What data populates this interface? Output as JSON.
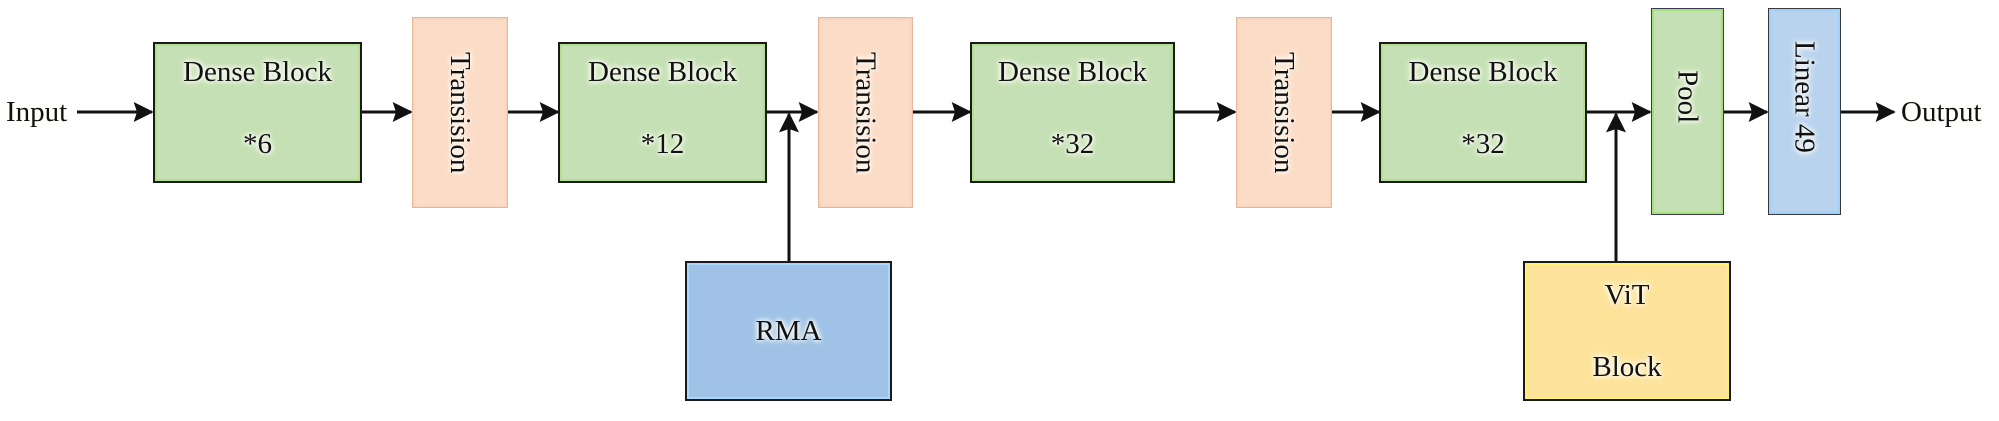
{
  "diagram": {
    "input_label": "Input",
    "output_label": "Output",
    "nodes": {
      "dense1": {
        "line1": "Dense Block",
        "line2": "*6"
      },
      "trans1": {
        "label": "Transision"
      },
      "dense2": {
        "line1": "Dense Block",
        "line2": "*12"
      },
      "trans2": {
        "label": "Transision"
      },
      "dense3": {
        "line1": "Dense Block",
        "line2": "*32"
      },
      "trans3": {
        "label": "Transision"
      },
      "dense4": {
        "line1": "Dense Block",
        "line2": "*32"
      },
      "pool": {
        "label": "Pool"
      },
      "linear": {
        "label": "Linear 49"
      },
      "rma": {
        "label": "RMA"
      },
      "vit": {
        "line1": "ViT",
        "line2": "Block"
      }
    },
    "edges": [
      [
        "Input",
        "Dense Block *6"
      ],
      [
        "Dense Block *6",
        "Transision"
      ],
      [
        "Transision",
        "Dense Block *12"
      ],
      [
        "Dense Block *12",
        "Transision"
      ],
      [
        "RMA",
        "Dense Block *12 -> Transision"
      ],
      [
        "Transision",
        "Dense Block *32"
      ],
      [
        "Dense Block *32",
        "Transision"
      ],
      [
        "Transision",
        "Dense Block *32"
      ],
      [
        "Dense Block *32",
        "Pool"
      ],
      [
        "ViT Block",
        "Dense Block *32 -> Pool"
      ],
      [
        "Pool",
        "Linear 49"
      ],
      [
        "Linear 49",
        "Output"
      ]
    ],
    "colors": {
      "dense_fill": "#c5e0b4",
      "transition_fill": "#fbdcc6",
      "pool_fill": "#c5e0b4",
      "linear_fill": "#b9d3ee",
      "rma_fill": "#9fc2e6",
      "vit_fill": "#fde39a",
      "stroke": "#111111"
    }
  }
}
